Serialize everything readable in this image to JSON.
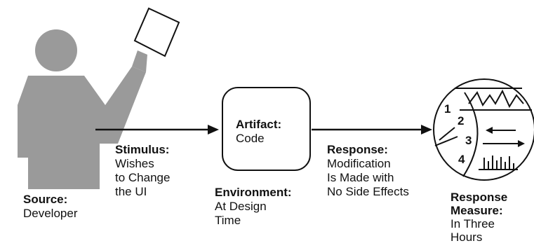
{
  "source": {
    "title": "Source:",
    "lines": [
      "Developer"
    ]
  },
  "stimulus": {
    "title": "Stimulus:",
    "lines": [
      "Wishes",
      "to Change",
      "the UI"
    ]
  },
  "artifact": {
    "title": "Artifact:",
    "lines": [
      "Code"
    ]
  },
  "environment": {
    "title": "Environment:",
    "lines": [
      "At Design",
      "Time"
    ]
  },
  "response": {
    "title": "Response:",
    "lines": [
      "Modification",
      "Is Made with",
      "No Side Effects"
    ]
  },
  "response_measure": {
    "title_lines": [
      "Response",
      "Measure:"
    ],
    "lines": [
      "In Three",
      "Hours"
    ]
  },
  "gauge_numbers": [
    "1",
    "2",
    "3",
    "4"
  ],
  "icons": [
    "developer-figure-icon",
    "paper-sheet-icon",
    "stopwatch-monitor-icon"
  ],
  "colors": {
    "figure": "#9a9a9a",
    "stroke": "#111111",
    "background": "#ffffff"
  }
}
